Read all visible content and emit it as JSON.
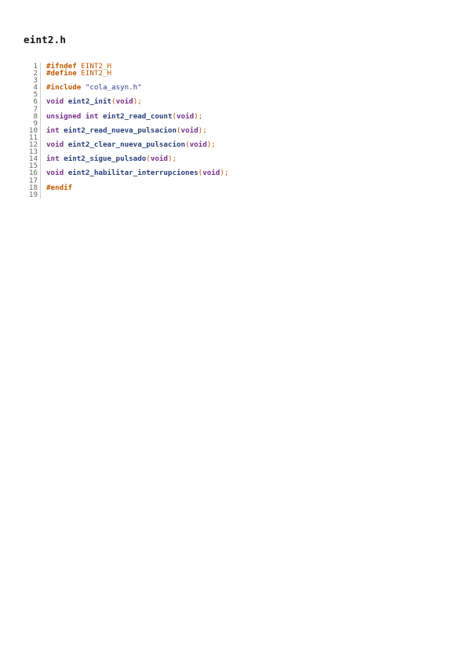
{
  "document": {
    "title": "eint2.h"
  },
  "code": {
    "lines": [
      {
        "n": "1",
        "tokens": [
          {
            "t": "#ifndef",
            "k": "pp"
          },
          {
            "t": " EINT2_H",
            "k": "macro"
          }
        ]
      },
      {
        "n": "2",
        "tokens": [
          {
            "t": "#define",
            "k": "pp"
          },
          {
            "t": " EINT2_H",
            "k": "macro"
          }
        ]
      },
      {
        "n": "3",
        "tokens": []
      },
      {
        "n": "4",
        "tokens": [
          {
            "t": "#include",
            "k": "pp"
          },
          {
            "t": " ",
            "k": "plain"
          },
          {
            "t": "\"cola_asyn.h\"",
            "k": "str"
          }
        ]
      },
      {
        "n": "5",
        "tokens": []
      },
      {
        "n": "6",
        "tokens": [
          {
            "t": "void",
            "k": "kw"
          },
          {
            "t": " ",
            "k": "plain"
          },
          {
            "t": "eint2_init",
            "k": "fn"
          },
          {
            "t": "(",
            "k": "punct"
          },
          {
            "t": "void",
            "k": "kw"
          },
          {
            "t": ");",
            "k": "punct"
          }
        ]
      },
      {
        "n": "7",
        "tokens": []
      },
      {
        "n": "8",
        "tokens": [
          {
            "t": "unsigned",
            "k": "kw"
          },
          {
            "t": " ",
            "k": "plain"
          },
          {
            "t": "int",
            "k": "kw"
          },
          {
            "t": " ",
            "k": "plain"
          },
          {
            "t": "eint2_read_count",
            "k": "fn"
          },
          {
            "t": "(",
            "k": "punct"
          },
          {
            "t": "void",
            "k": "kw"
          },
          {
            "t": ");",
            "k": "punct"
          }
        ]
      },
      {
        "n": "9",
        "tokens": []
      },
      {
        "n": "10",
        "tokens": [
          {
            "t": "int",
            "k": "kw"
          },
          {
            "t": " ",
            "k": "plain"
          },
          {
            "t": "eint2_read_nueva_pulsacion",
            "k": "fn"
          },
          {
            "t": "(",
            "k": "punct"
          },
          {
            "t": "void",
            "k": "kw"
          },
          {
            "t": ");",
            "k": "punct"
          }
        ]
      },
      {
        "n": "11",
        "tokens": []
      },
      {
        "n": "12",
        "tokens": [
          {
            "t": "void",
            "k": "kw"
          },
          {
            "t": " ",
            "k": "plain"
          },
          {
            "t": "eint2_clear_nueva_pulsacion",
            "k": "fn"
          },
          {
            "t": "(",
            "k": "punct"
          },
          {
            "t": "void",
            "k": "kw"
          },
          {
            "t": ");",
            "k": "punct"
          }
        ]
      },
      {
        "n": "13",
        "tokens": []
      },
      {
        "n": "14",
        "tokens": [
          {
            "t": "int",
            "k": "kw"
          },
          {
            "t": " ",
            "k": "plain"
          },
          {
            "t": "eint2_sigue_pulsado",
            "k": "fn"
          },
          {
            "t": "(",
            "k": "punct"
          },
          {
            "t": "void",
            "k": "kw"
          },
          {
            "t": ");",
            "k": "punct"
          }
        ]
      },
      {
        "n": "15",
        "tokens": []
      },
      {
        "n": "16",
        "tokens": [
          {
            "t": "void",
            "k": "kw"
          },
          {
            "t": " ",
            "k": "plain"
          },
          {
            "t": "eint2_habilitar_interrupciones",
            "k": "fn"
          },
          {
            "t": "(",
            "k": "punct"
          },
          {
            "t": "void",
            "k": "kw"
          },
          {
            "t": ");",
            "k": "punct"
          }
        ]
      },
      {
        "n": "17",
        "tokens": []
      },
      {
        "n": "18",
        "tokens": [
          {
            "t": "#endif",
            "k": "pp"
          }
        ]
      },
      {
        "n": "19",
        "tokens": []
      }
    ]
  },
  "colors": {
    "preprocessor": "#c15a00",
    "keyword": "#7a2f8a",
    "function": "#2a3f7a",
    "string": "#2e3a8c",
    "line_number": "#666666"
  }
}
